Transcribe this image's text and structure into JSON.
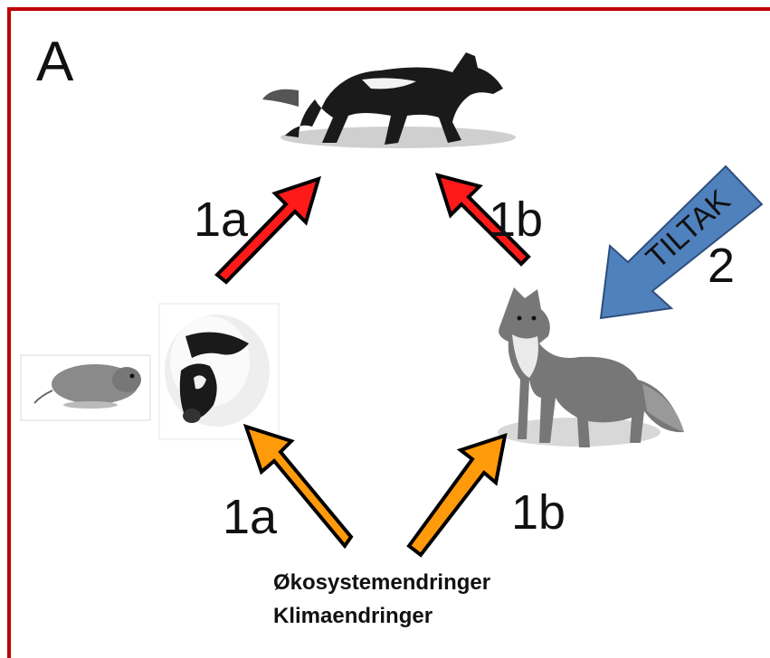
{
  "panel_label": "A",
  "labels": {
    "red_left": "1a",
    "red_right": "1b",
    "orange_left": "1a",
    "orange_right": "1b",
    "action_number": "2"
  },
  "action_arrow_text": "TILTAK",
  "drivers": [
    "Økosystemendringer",
    "Klimaendringer"
  ],
  "colors": {
    "border": "#c00000",
    "red_arrow": "#ff1a1a",
    "orange_arrow": "#ff9a0a",
    "blue_arrow": "#4f81bd"
  },
  "icons": {
    "top": "arctic-fox-running-illustration",
    "left_1": "vole-illustration",
    "left_2": "lemming-illustration",
    "right": "red-fox-illustration"
  }
}
